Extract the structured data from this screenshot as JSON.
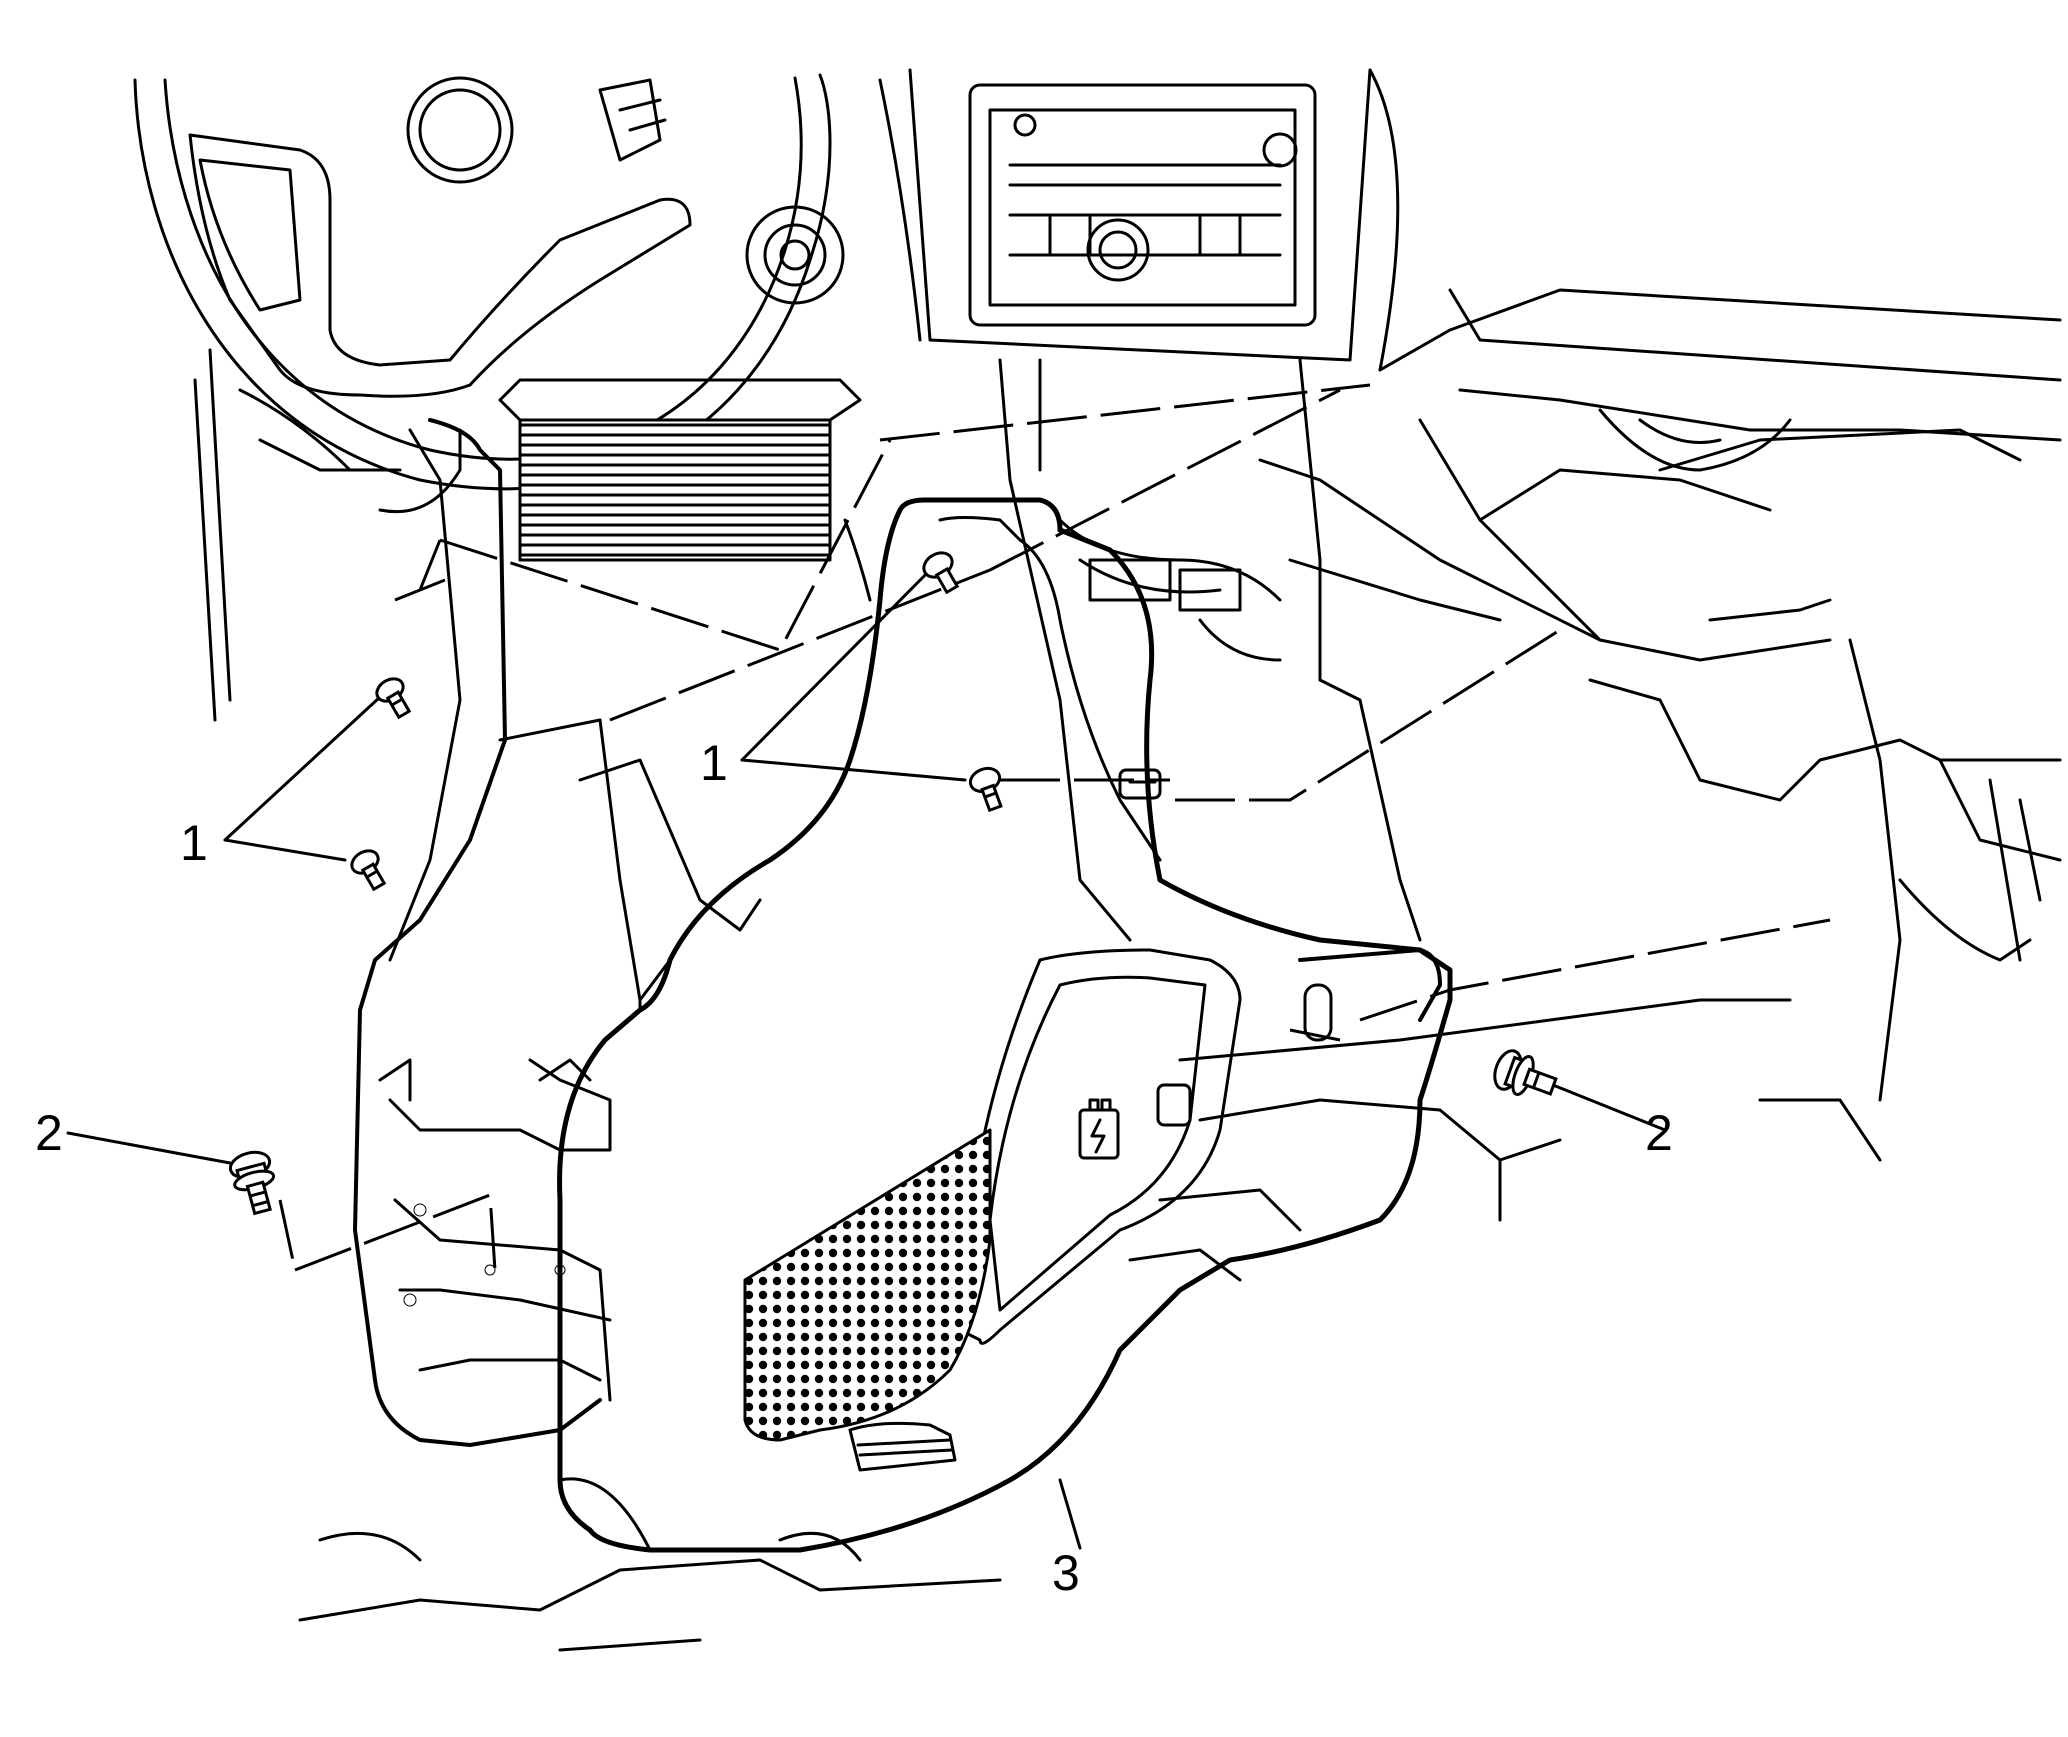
{
  "diagram": {
    "callouts": [
      {
        "id": "c1a",
        "label": "1"
      },
      {
        "id": "c1b",
        "label": "1"
      },
      {
        "id": "c2a",
        "label": "2"
      },
      {
        "id": "c2b",
        "label": "2"
      },
      {
        "id": "c3",
        "label": "3"
      }
    ],
    "parts": [
      {
        "id": "p1",
        "name": "fastener-type-1"
      },
      {
        "id": "p2",
        "name": "fastener-type-2"
      },
      {
        "id": "p3",
        "name": "knee-bolster-trim-panel"
      }
    ],
    "colors": {
      "line": "#000000",
      "background": "#ffffff",
      "mesh": "#000000"
    }
  }
}
